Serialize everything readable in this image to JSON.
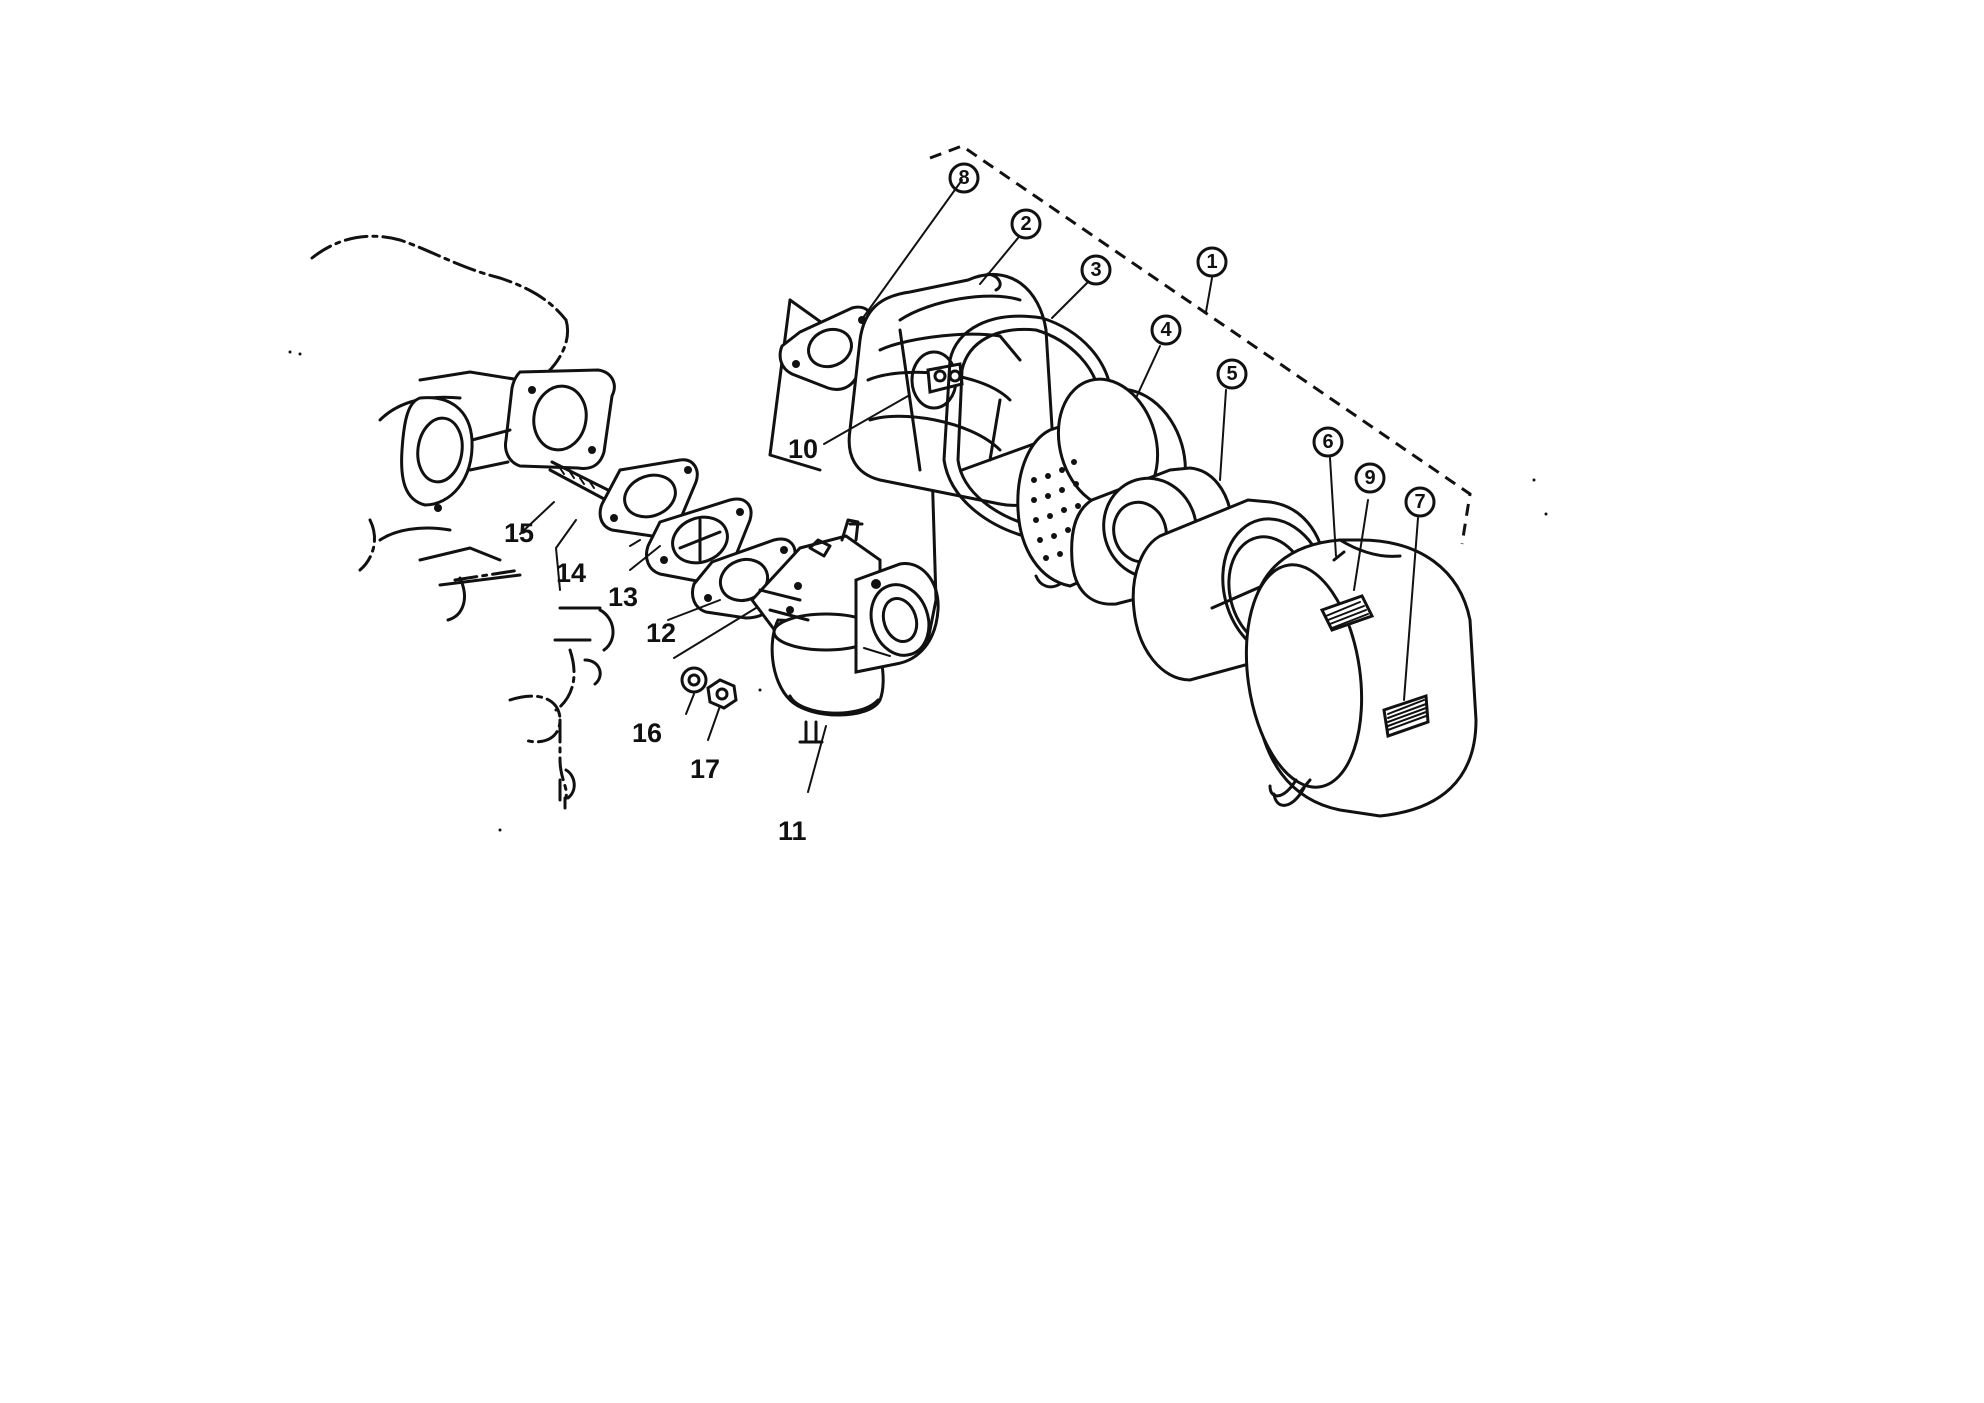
{
  "callouts": [
    {
      "id": "1",
      "label": "1",
      "circled": true
    },
    {
      "id": "2",
      "label": "2",
      "circled": true
    },
    {
      "id": "3",
      "label": "3",
      "circled": true
    },
    {
      "id": "4",
      "label": "4",
      "circled": true
    },
    {
      "id": "5",
      "label": "5",
      "circled": true
    },
    {
      "id": "6",
      "label": "6",
      "circled": true
    },
    {
      "id": "7",
      "label": "7",
      "circled": true
    },
    {
      "id": "8",
      "label": "8",
      "circled": true
    },
    {
      "id": "9",
      "label": "9",
      "circled": true
    },
    {
      "id": "10",
      "label": "10",
      "circled": false
    },
    {
      "id": "11",
      "label": "11",
      "circled": false
    },
    {
      "id": "12",
      "label": "12",
      "circled": false
    },
    {
      "id": "13",
      "label": "13",
      "circled": false
    },
    {
      "id": "14",
      "label": "14",
      "circled": false
    },
    {
      "id": "15",
      "label": "15",
      "circled": false
    },
    {
      "id": "16",
      "label": "16",
      "circled": false
    },
    {
      "id": "17",
      "label": "17",
      "circled": false
    }
  ],
  "colors": {
    "ink": "#111111",
    "paper": "#ffffff"
  }
}
